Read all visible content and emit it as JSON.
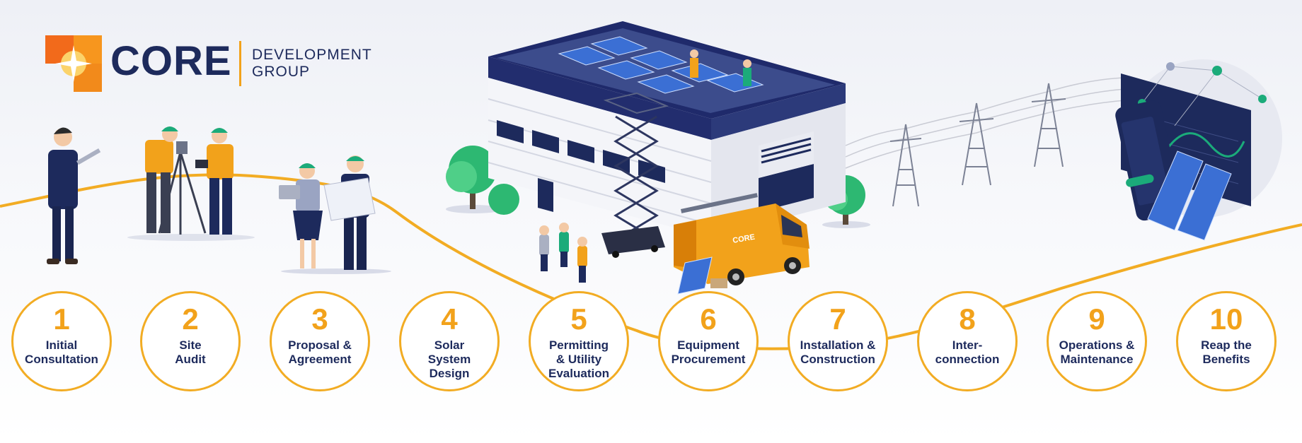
{
  "brand": {
    "wordmark": "CORE",
    "subtitle": "DEVELOPMENT\nGROUP",
    "colors": {
      "navy": "#1d2a5c",
      "orange": "#f2a21b",
      "green": "#1bab7a",
      "sky": "#eef0f6"
    }
  },
  "van_logo_text": "CORE",
  "steps": [
    {
      "number": "1",
      "label": "Initial\nConsultation"
    },
    {
      "number": "2",
      "label": "Site\nAudit"
    },
    {
      "number": "3",
      "label": "Proposal &\nAgreement"
    },
    {
      "number": "4",
      "label": "Solar\nSystem\nDesign"
    },
    {
      "number": "5",
      "label": "Permitting\n& Utility\nEvaluation"
    },
    {
      "number": "6",
      "label": "Equipment\nProcurement"
    },
    {
      "number": "7",
      "label": "Installation &\nConstruction"
    },
    {
      "number": "8",
      "label": "Inter-\nconnection"
    },
    {
      "number": "9",
      "label": "Operations &\nMaintenance"
    },
    {
      "number": "10",
      "label": "Reap the\nBenefits"
    }
  ]
}
